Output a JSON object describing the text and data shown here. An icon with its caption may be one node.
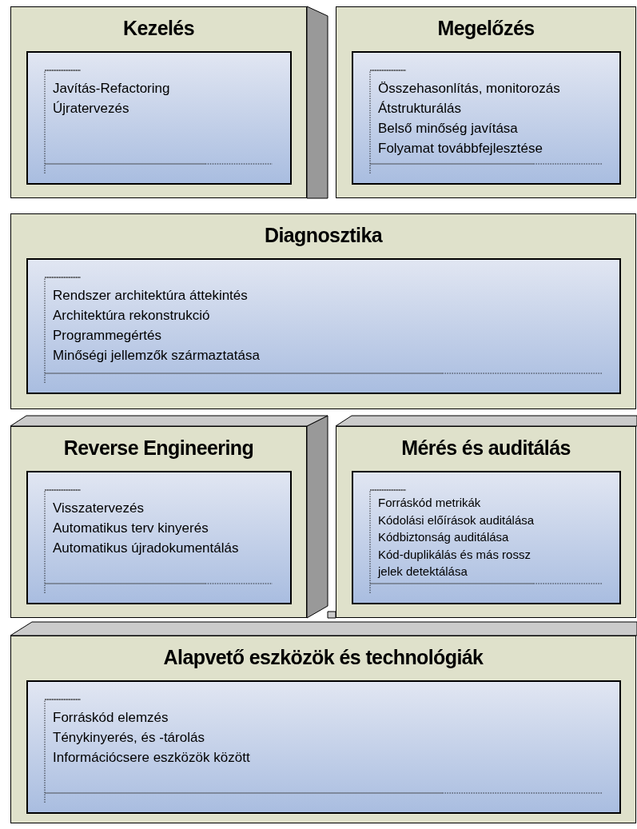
{
  "diagram": {
    "nodes": [
      {
        "text": [
          "Kezelés"
        ]
      },
      {
        "text": [
          "Javítás-Refactoring",
          "Újratervezés"
        ],
        "in": 0
      },
      {
        "text": [
          "Megelőzés"
        ]
      },
      {
        "text": [
          "Összehasonlítás, monitorozás",
          "Átstrukturálás",
          "Belső minőség javítása",
          "Folyamat továbbfejlesztése"
        ],
        "in": 2
      },
      {
        "text": [
          "Diagnosztika"
        ]
      },
      {
        "text": [
          "Rendszer architektúra áttekintés",
          "Architektúra rekonstrukció",
          "Programmegértés",
          "Minőségi jellemzők származtatása"
        ],
        "in": 4
      },
      {
        "text": [
          "Reverse Engineering"
        ]
      },
      {
        "text": [
          "Visszatervezés",
          "Automatikus terv kinyerés",
          "Automatikus újradokumentálás"
        ],
        "in": 6
      },
      {
        "text": [
          "Mérés és auditálás"
        ]
      },
      {
        "text": [
          "Forráskód metrikák",
          "Kódolási előírások auditálása",
          "Kódbiztonság auditálása",
          "Kód-duplikálás és más rossz jelek detektálása"
        ],
        "in": 8
      },
      {
        "text": [
          "Alapvető eszközök és technológiák"
        ]
      },
      {
        "text": [
          "Forráskód elemzés",
          "Ténykinyerés, és -tárolás",
          "Információcsere eszközök között"
        ],
        "in": 10
      }
    ]
  }
}
